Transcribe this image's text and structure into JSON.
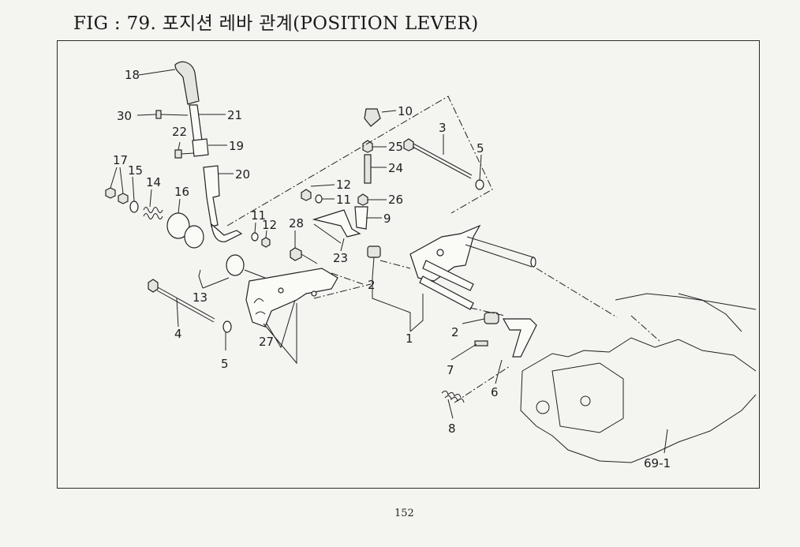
{
  "title": "FIG : 79. 포지션 레바 관계(POSITION LEVER)",
  "page_number": "152",
  "callouts": {
    "c1": "1",
    "c2a": "2",
    "c2b": "2",
    "c3": "3",
    "c4": "4",
    "c5a": "5",
    "c5b": "5",
    "c6": "6",
    "c7": "7",
    "c8": "8",
    "c9": "9",
    "c10": "10",
    "c11a": "11",
    "c11b": "11",
    "c12a": "12",
    "c12b": "12",
    "c13": "13",
    "c14": "14",
    "c15": "15",
    "c16": "16",
    "c17": "17",
    "c18": "18",
    "c19": "19",
    "c20": "20",
    "c21": "21",
    "c22": "22",
    "c23": "23",
    "c24": "24",
    "c25": "25",
    "c26": "26",
    "c27": "27",
    "c28": "28",
    "c30": "30",
    "c69": "69-1"
  }
}
